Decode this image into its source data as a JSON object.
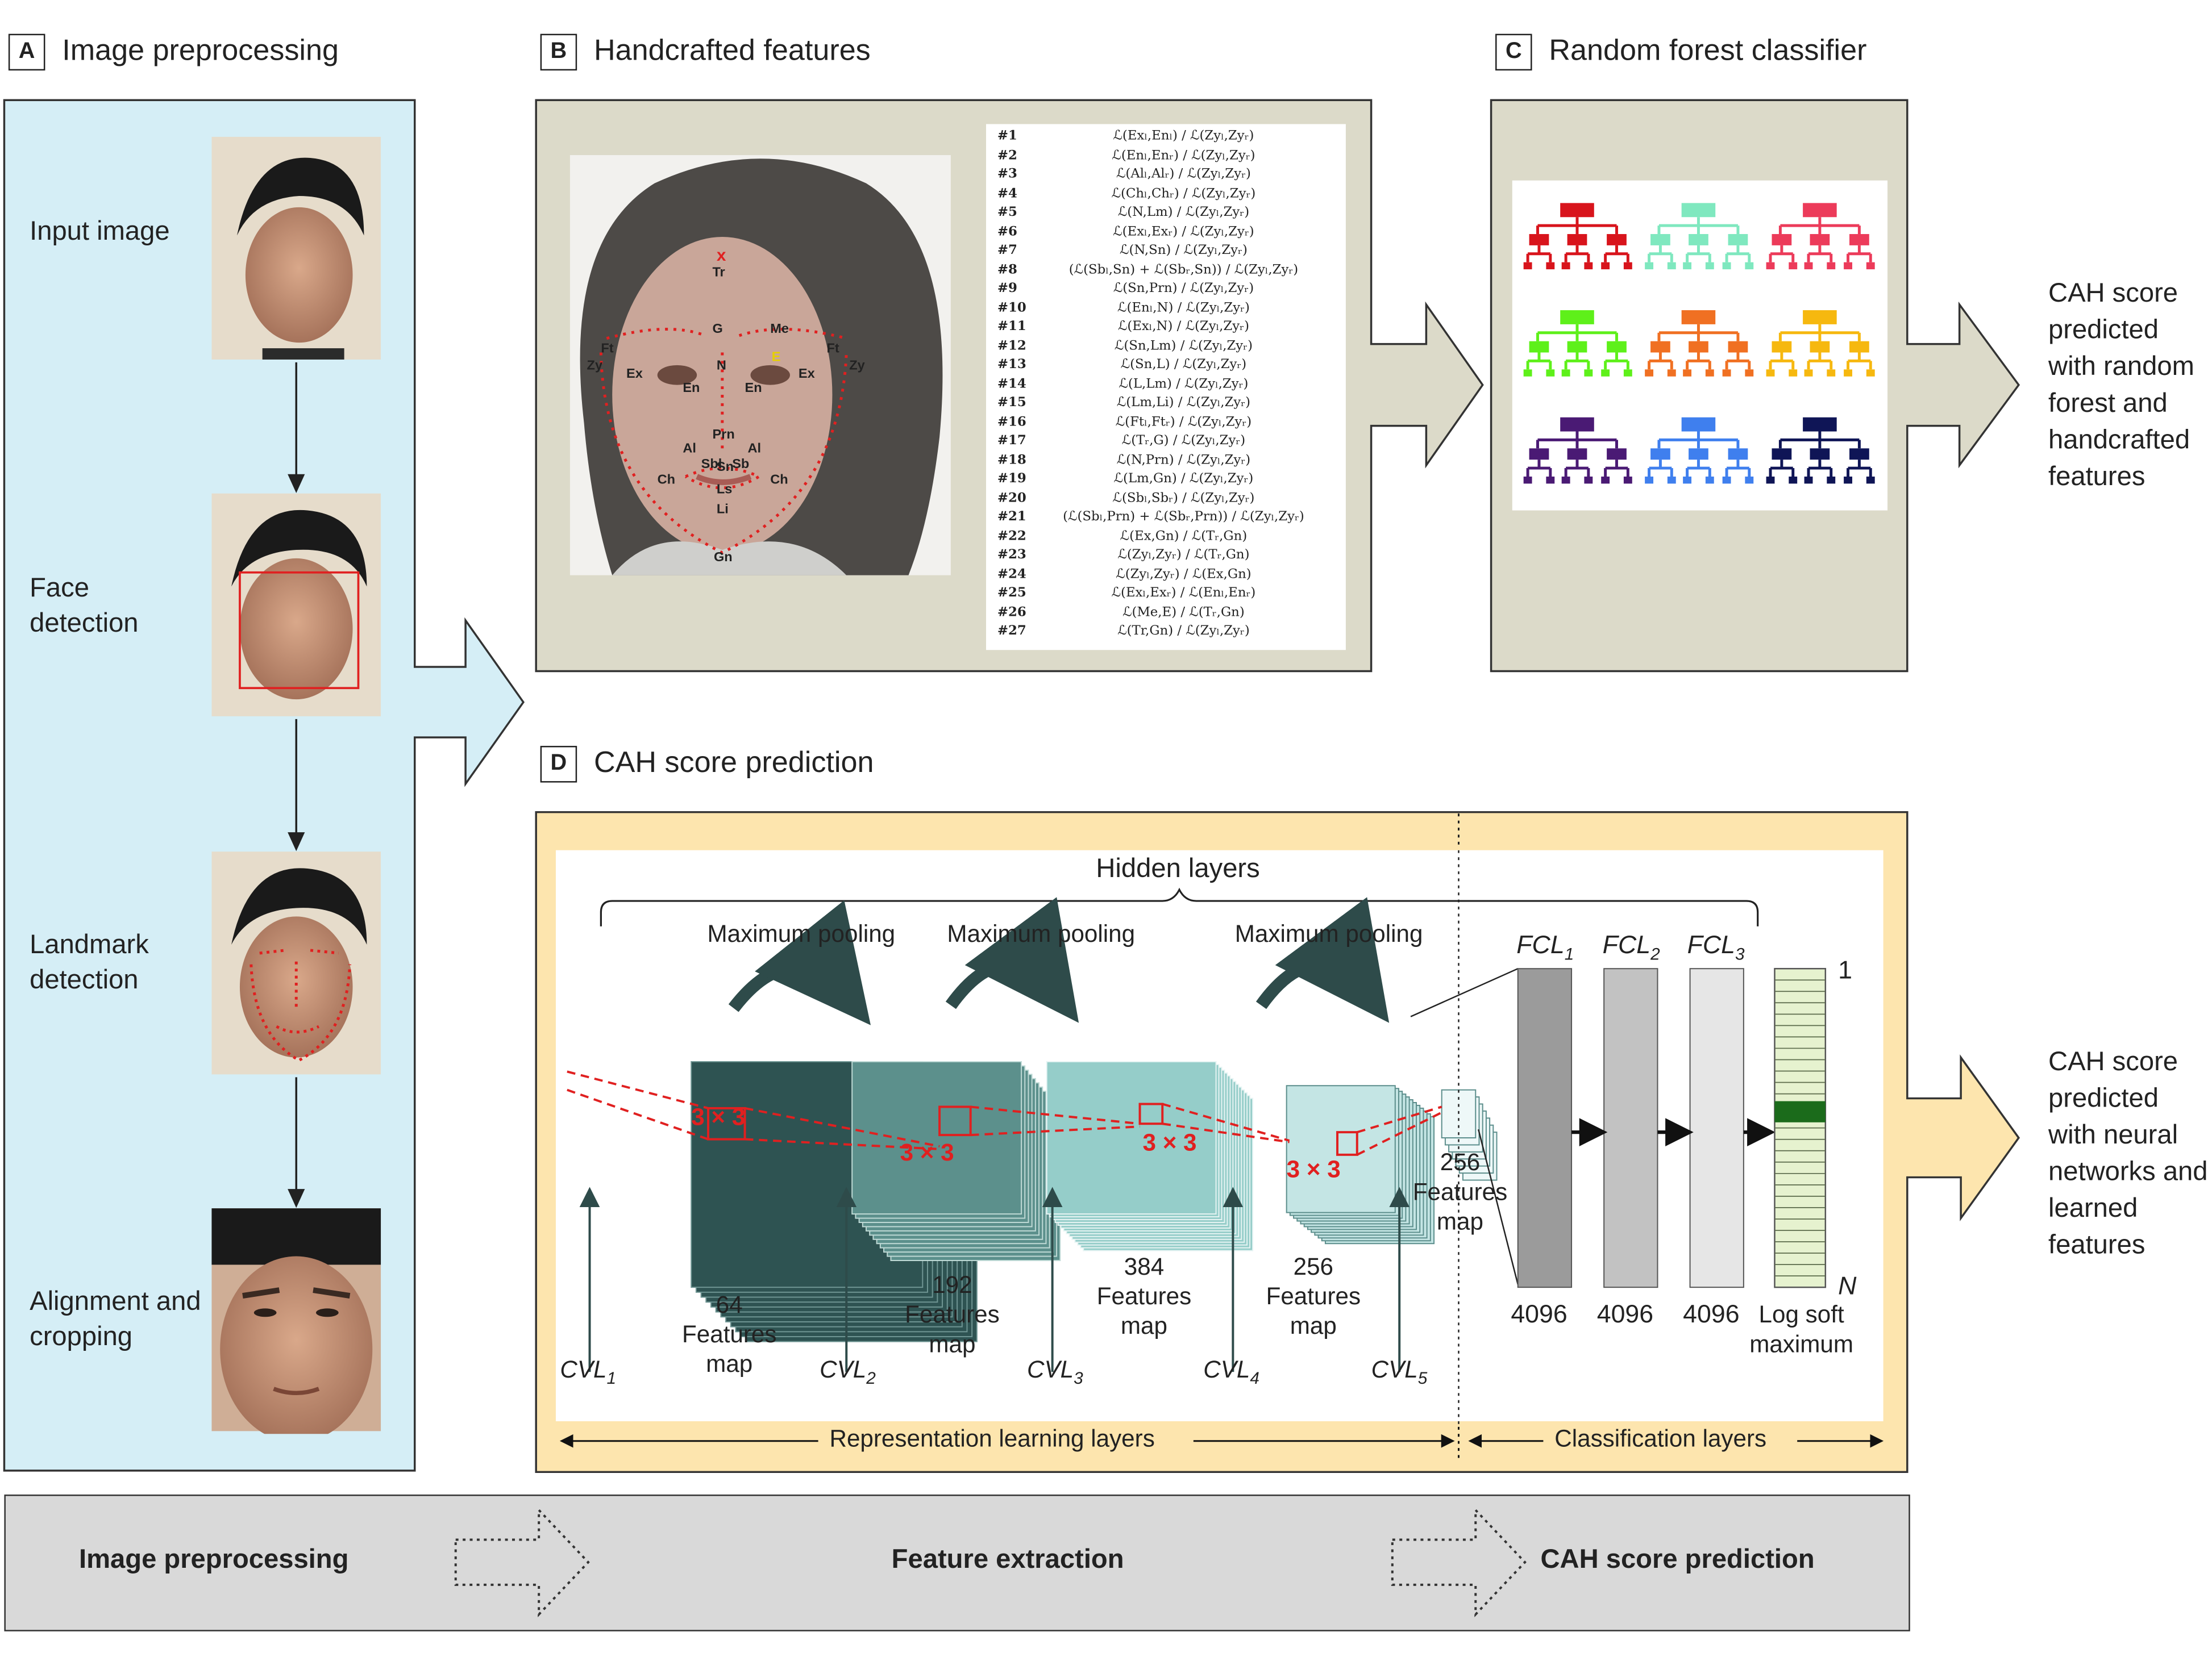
{
  "panels": {
    "a": {
      "letter": "A",
      "title": "Image preprocessing"
    },
    "b": {
      "letter": "B",
      "title": "Handcrafted features"
    },
    "c": {
      "letter": "C",
      "title": "Random forest classifier"
    },
    "d": {
      "letter": "D",
      "title": "CAH score prediction"
    }
  },
  "steps": [
    "Input image",
    "Face detection",
    "Landmark detection",
    "Alignment and cropping"
  ],
  "landmarks": [
    "Tr",
    "G",
    "N",
    "Me",
    "E",
    "Ft",
    "Ft",
    "Zy",
    "Zy",
    "Ex",
    "Ex",
    "En",
    "En",
    "Prn",
    "Al",
    "Al",
    "Sbl",
    "Sn",
    "Sb",
    "Ch",
    "Ch",
    "Ls",
    "Li",
    "Gn"
  ],
  "features": [
    {
      "n": "#1",
      "f": "ℒ(Exₗ,Enₗ) / ℒ(Zyₗ,Zyᵣ)"
    },
    {
      "n": "#2",
      "f": "ℒ(Enₗ,Enᵣ) / ℒ(Zyₗ,Zyᵣ)"
    },
    {
      "n": "#3",
      "f": "ℒ(Alₗ,Alᵣ) / ℒ(Zyₗ,Zyᵣ)"
    },
    {
      "n": "#4",
      "f": "ℒ(Chₗ,Chᵣ) / ℒ(Zyₗ,Zyᵣ)"
    },
    {
      "n": "#5",
      "f": "ℒ(N,Lm) / ℒ(Zyₗ,Zyᵣ)"
    },
    {
      "n": "#6",
      "f": "ℒ(Exₗ,Exᵣ) / ℒ(Zyₗ,Zyᵣ)"
    },
    {
      "n": "#7",
      "f": "ℒ(N,Sn) / ℒ(Zyₗ,Zyᵣ)"
    },
    {
      "n": "#8",
      "f": "(ℒ(Sbₗ,Sn) + ℒ(Sbᵣ,Sn)) / ℒ(Zyₗ,Zyᵣ)"
    },
    {
      "n": "#9",
      "f": "ℒ(Sn,Prn) / ℒ(Zyₗ,Zyᵣ)"
    },
    {
      "n": "#10",
      "f": "ℒ(Enₗ,N) / ℒ(Zyₗ,Zyᵣ)"
    },
    {
      "n": "#11",
      "f": "ℒ(Exₗ,N) / ℒ(Zyₗ,Zyᵣ)"
    },
    {
      "n": "#12",
      "f": "ℒ(Sn,Lm) / ℒ(Zyₗ,Zyᵣ)"
    },
    {
      "n": "#13",
      "f": "ℒ(Sn,L) / ℒ(Zyₗ,Zyᵣ)"
    },
    {
      "n": "#14",
      "f": "ℒ(L,Lm) / ℒ(Zyₗ,Zyᵣ)"
    },
    {
      "n": "#15",
      "f": "ℒ(Lm,Li) / ℒ(Zyₗ,Zyᵣ)"
    },
    {
      "n": "#16",
      "f": "ℒ(Ftₗ,Ftᵣ) / ℒ(Zyₗ,Zyᵣ)"
    },
    {
      "n": "#17",
      "f": "ℒ(Tᵣ,G) / ℒ(Zyₗ,Zyᵣ)"
    },
    {
      "n": "#18",
      "f": "ℒ(N,Prn) / ℒ(Zyₗ,Zyᵣ)"
    },
    {
      "n": "#19",
      "f": "ℒ(Lm,Gn) / ℒ(Zyₗ,Zyᵣ)"
    },
    {
      "n": "#20",
      "f": "ℒ(Sbₗ,Sbᵣ) / ℒ(Zyₗ,Zyᵣ)"
    },
    {
      "n": "#21",
      "f": "(ℒ(Sbₗ,Prn) + ℒ(Sbᵣ,Prn)) / ℒ(Zyₗ,Zyᵣ)"
    },
    {
      "n": "#22",
      "f": "ℒ(Ex,Gn) / ℒ(Tᵣ,Gn)"
    },
    {
      "n": "#23",
      "f": "ℒ(Zyₗ,Zyᵣ) / ℒ(Tᵣ,Gn)"
    },
    {
      "n": "#24",
      "f": "ℒ(Zyₗ,Zyᵣ) / ℒ(Ex,Gn)"
    },
    {
      "n": "#25",
      "f": "ℒ(Exₗ,Exᵣ) / ℒ(Enₗ,Enᵣ)"
    },
    {
      "n": "#26",
      "f": "ℒ(Me,E) / ℒ(Tᵣ,Gn)"
    },
    {
      "n": "#27",
      "f": "ℒ(Tr,Gn) / ℒ(Zyₗ,Zyᵣ)"
    }
  ],
  "tree_colors": [
    "#d8141c",
    "#7fe8bf",
    "#ec3b5a",
    "#5ef01a",
    "#f07022",
    "#f6b80f",
    "#4a1a74",
    "#3f7fee",
    "#0f1556"
  ],
  "outputs": {
    "random_forest": "CAH score predicted with random forest and handcrafted features",
    "neural": "CAH score predicted with neural networks and learned features"
  },
  "cnn": {
    "hidden_layers": "Hidden layers",
    "max_pooling": "Maximum pooling",
    "kernel": "3 × 3",
    "feature_maps": [
      {
        "count": "64",
        "label": "Features map",
        "cvl": "CVL",
        "sub": "1"
      },
      {
        "count": "192",
        "label": "Features map",
        "cvl": "CVL",
        "sub": "2"
      },
      {
        "count": "384",
        "label": "Features map",
        "cvl": "CVL",
        "sub": "3"
      },
      {
        "count": "256",
        "label": "Features map",
        "cvl": "CVL",
        "sub": "4"
      },
      {
        "count": "256",
        "label": "Features map",
        "cvl": "CVL",
        "sub": "5"
      }
    ],
    "fcl": [
      {
        "name": "FCL",
        "sub": "1",
        "size": "4096"
      },
      {
        "name": "FCL",
        "sub": "2",
        "size": "4096"
      },
      {
        "name": "FCL",
        "sub": "3",
        "size": "4096"
      }
    ],
    "softmax": {
      "label": "Log soft maximum",
      "top": "1",
      "bottom": "N"
    },
    "representation": "Representation learning layers",
    "classification": "Classification layers"
  },
  "pipeline": [
    "Image preprocessing",
    "Feature extraction",
    "CAH score prediction"
  ],
  "colors": {
    "panel_a": "#d5eef6",
    "panel_bc": "#dcdac9",
    "panel_d": "#fde5ae",
    "bottom": "#d9d9d9",
    "red": "#e02020",
    "teal_dark": "#2e5a58"
  }
}
